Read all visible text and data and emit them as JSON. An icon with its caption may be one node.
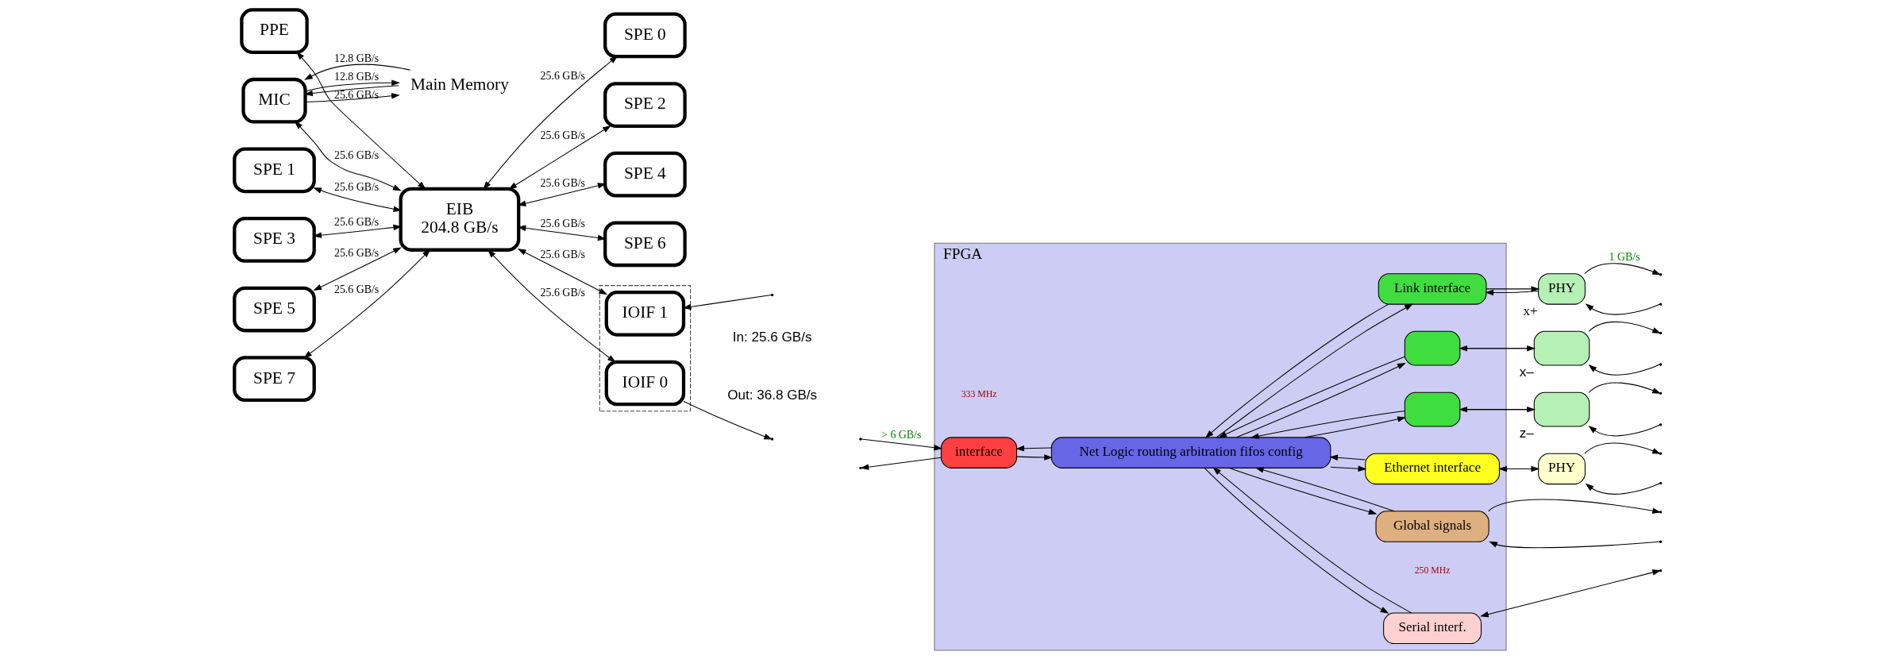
{
  "diagram": {
    "nodes": [
      {
        "text": [
          "PPE"
        ]
      },
      {
        "text": [
          "MIC"
        ]
      },
      {
        "text": [
          "Main Memory"
        ]
      },
      {
        "text": [
          "EIB",
          "204.8 GB/s"
        ]
      },
      {
        "text": [
          "SPE 1"
        ]
      },
      {
        "text": [
          "SPE 3"
        ]
      },
      {
        "text": [
          "SPE 5"
        ]
      },
      {
        "text": [
          "SPE 7"
        ]
      },
      {
        "text": [
          "SPE 0"
        ]
      },
      {
        "text": [
          "SPE 2"
        ]
      },
      {
        "text": [
          "SPE 4"
        ]
      },
      {
        "text": [
          "SPE 6"
        ]
      },
      {
        "text": [],
        "shape": "box"
      },
      {
        "text": [
          "IOIF 1"
        ],
        "in": 12
      },
      {
        "text": [
          "IOIF 0"
        ],
        "in": 12
      },
      {
        "text": [
          "FPGA"
        ]
      },
      {
        "text": [
          "interface"
        ],
        "in": 15
      },
      {
        "text": [
          "Net Logic routing arbitration fifos config"
        ],
        "in": 15
      },
      {
        "text": [
          "Link interface"
        ],
        "in": 15
      },
      {
        "text": [],
        "shape": "box",
        "in": 15
      },
      {
        "text": [],
        "shape": "box",
        "in": 15
      },
      {
        "text": [
          "Ethernet interface"
        ],
        "in": 15
      },
      {
        "text": [
          "Global signals"
        ],
        "in": 15
      },
      {
        "text": [
          "Serial interf."
        ],
        "in": 15
      },
      {
        "text": [
          "PHY"
        ],
        "beside": [
          "x+"
        ]
      },
      {
        "text": [],
        "shape": "box",
        "beside": [
          "x–"
        ]
      },
      {
        "text": [],
        "shape": "box",
        "beside": [
          "z–"
        ]
      },
      {
        "text": [
          "PHY"
        ]
      }
    ],
    "edges": [
      {
        "from": 1,
        "to": 2,
        "arrow": "to",
        "label": "12.8 GB/s"
      },
      {
        "from": 2,
        "to": 1,
        "arrow": "to"
      },
      {
        "from": 1,
        "to": 2,
        "arrow": "to"
      },
      {
        "from": 2,
        "to": 1,
        "arrow": "to",
        "label": "12.8 GB/s"
      },
      {
        "from": 0,
        "to": 3,
        "arrow": "both",
        "label": "25.6 GB/s"
      },
      {
        "from": 1,
        "to": 3,
        "arrow": "both",
        "label": "25.6 GB/s"
      },
      {
        "from": 4,
        "to": 3,
        "arrow": "both",
        "label": "25.6 GB/s"
      },
      {
        "from": 5,
        "to": 3,
        "arrow": "both",
        "label": "25.6 GB/s"
      },
      {
        "from": 6,
        "to": 3,
        "arrow": "both",
        "label": "25.6 GB/s"
      },
      {
        "from": 7,
        "to": 3,
        "arrow": "both",
        "label": "25.6 GB/s"
      },
      {
        "from": 3,
        "to": 8,
        "arrow": "both",
        "label": "25.6 GB/s"
      },
      {
        "from": 3,
        "to": 9,
        "arrow": "both",
        "label": "25.6 GB/s"
      },
      {
        "from": 3,
        "to": 10,
        "arrow": "both",
        "label": "25.6 GB/s"
      },
      {
        "from": 3,
        "to": 11,
        "arrow": "both",
        "label": "25.6 GB/s"
      },
      {
        "from": 3,
        "to": 13,
        "arrow": "both",
        "label": "25.6 GB/s"
      },
      {
        "from": 3,
        "to": 14,
        "arrow": "both",
        "label": "25.6 GB/s"
      },
      {
        "from": null,
        "to": 13,
        "arrow": "to"
      },
      {
        "from": 14,
        "to": null,
        "arrow": "to"
      },
      {
        "from": null,
        "to": 16,
        "arrow": "to",
        "label": "> 6 GB/s"
      },
      {
        "from": 16,
        "to": null,
        "arrow": "to"
      },
      {
        "from": 16,
        "to": 17,
        "arrow": "to"
      },
      {
        "from": 17,
        "to": 16,
        "arrow": "to"
      },
      {
        "from": 17,
        "to": 18,
        "arrow": "to"
      },
      {
        "from": 18,
        "to": 17,
        "arrow": "to"
      },
      {
        "from": 17,
        "to": 19,
        "arrow": "to"
      },
      {
        "from": 19,
        "to": 17,
        "arrow": "to"
      },
      {
        "from": 17,
        "to": 20,
        "arrow": "to"
      },
      {
        "from": 20,
        "to": 17,
        "arrow": "to"
      },
      {
        "from": 17,
        "to": 21,
        "arrow": "to"
      },
      {
        "from": 21,
        "to": 17,
        "arrow": "to"
      },
      {
        "from": 17,
        "to": 22,
        "arrow": "to"
      },
      {
        "from": 22,
        "to": 17,
        "arrow": "to"
      },
      {
        "from": 17,
        "to": 23,
        "arrow": "to"
      },
      {
        "from": 23,
        "to": 17,
        "arrow": "to"
      },
      {
        "from": 18,
        "to": 24,
        "arrow": "to"
      },
      {
        "from": 24,
        "to": 18,
        "arrow": "to"
      },
      {
        "from": 19,
        "to": 25,
        "arrow": "to"
      },
      {
        "from": 25,
        "to": 19,
        "arrow": "to"
      },
      {
        "from": 20,
        "to": 26,
        "arrow": "to"
      },
      {
        "from": 26,
        "to": 20,
        "arrow": "to"
      },
      {
        "from": 21,
        "to": 27,
        "arrow": "to"
      },
      {
        "from": 27,
        "to": 21,
        "arrow": "to"
      },
      {
        "from": 24,
        "to": null,
        "arrow": "to",
        "label": "1 GB/s"
      },
      {
        "from": null,
        "to": 24,
        "arrow": "to"
      },
      {
        "from": 25,
        "to": null,
        "arrow": "to"
      },
      {
        "from": null,
        "to": 25,
        "arrow": "to"
      },
      {
        "from": 26,
        "to": null,
        "arrow": "to"
      },
      {
        "from": null,
        "to": 26,
        "arrow": "to"
      },
      {
        "from": 27,
        "to": null,
        "arrow": "to"
      },
      {
        "from": null,
        "to": 27,
        "arrow": "to"
      },
      {
        "from": 22,
        "to": null,
        "arrow": "to"
      },
      {
        "from": null,
        "to": 22,
        "arrow": "to"
      },
      {
        "from": 23,
        "to": null,
        "arrow": "both"
      }
    ],
    "labels": [
      "In: 25.6 GB/s",
      "Out: 36.8 GB/s",
      "333 MHz",
      "250 MHz"
    ]
  }
}
